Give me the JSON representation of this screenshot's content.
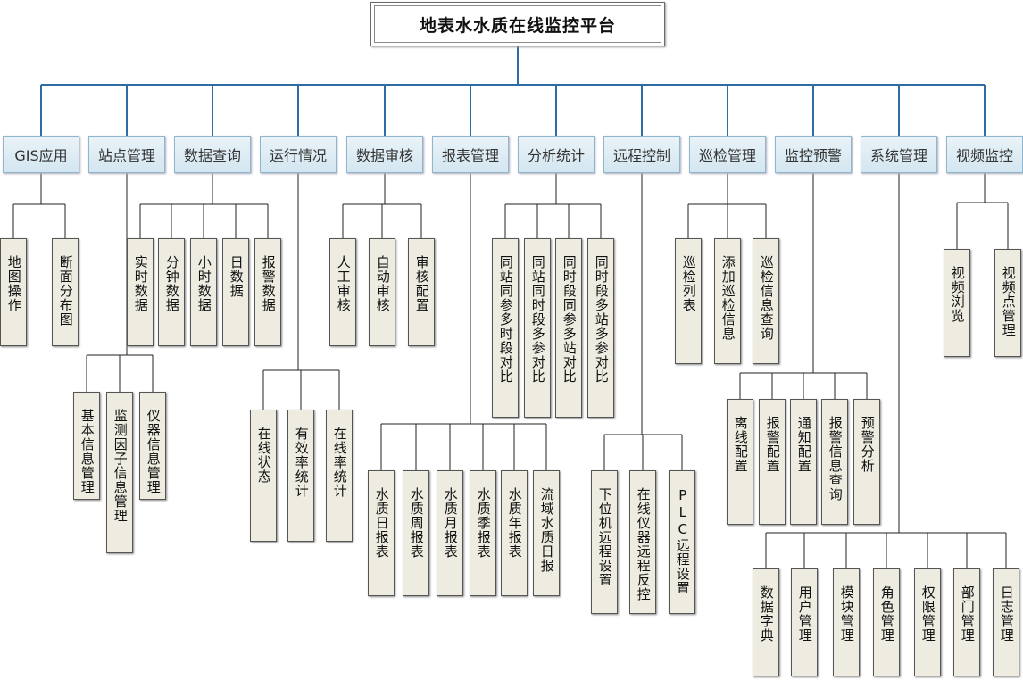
{
  "title": "地表水水质在线监控平台",
  "colors": {
    "trunk": "#2e6da4",
    "branch": "#222222",
    "category_fill": "#dcebf3",
    "leaf_fill": "#eeece1"
  },
  "categories": [
    {
      "label": "GIS应用",
      "children": [
        "地图操作",
        "断面分布图"
      ]
    },
    {
      "label": "站点管理",
      "children": [
        "基本信息管理",
        "监测因子信息管理",
        "仪器信息管理"
      ]
    },
    {
      "label": "数据查询",
      "children": [
        "实时数据",
        "分钟数据",
        "小时数据",
        "日数据",
        "报警数据"
      ]
    },
    {
      "label": "运行情况",
      "children": [
        "在线状态",
        "有效率统计",
        "在线率统计"
      ]
    },
    {
      "label": "数据审核",
      "children": [
        "人工审核",
        "自动审核",
        "审核配置"
      ]
    },
    {
      "label": "报表管理",
      "children": [
        "水质日报表",
        "水质周报表",
        "水质月报表",
        "水质季报表",
        "水质年报表",
        "流域水质日报"
      ]
    },
    {
      "label": "分析统计",
      "children": [
        "同站同参多时段对比",
        "同站同时段多参对比",
        "同时段同参多站对比",
        "同时段多站多参对比"
      ]
    },
    {
      "label": "远程控制",
      "children": [
        "下位机远程设置",
        "在线仪器远程反控",
        "PLC远程设置"
      ]
    },
    {
      "label": "巡检管理",
      "children": [
        "巡检列表",
        "添加巡检信息",
        "巡检信息查询"
      ]
    },
    {
      "label": "监控预警",
      "children": [
        "离线配置",
        "报警配置",
        "通知配置",
        "报警信息查询",
        "预警分析"
      ]
    },
    {
      "label": "系统管理",
      "children": [
        "数据字典",
        "用户管理",
        "模块管理",
        "角色管理",
        "权限管理",
        "部门管理",
        "日志管理"
      ]
    },
    {
      "label": "视频监控",
      "children": [
        "视频浏览",
        "视频点管理"
      ]
    }
  ]
}
